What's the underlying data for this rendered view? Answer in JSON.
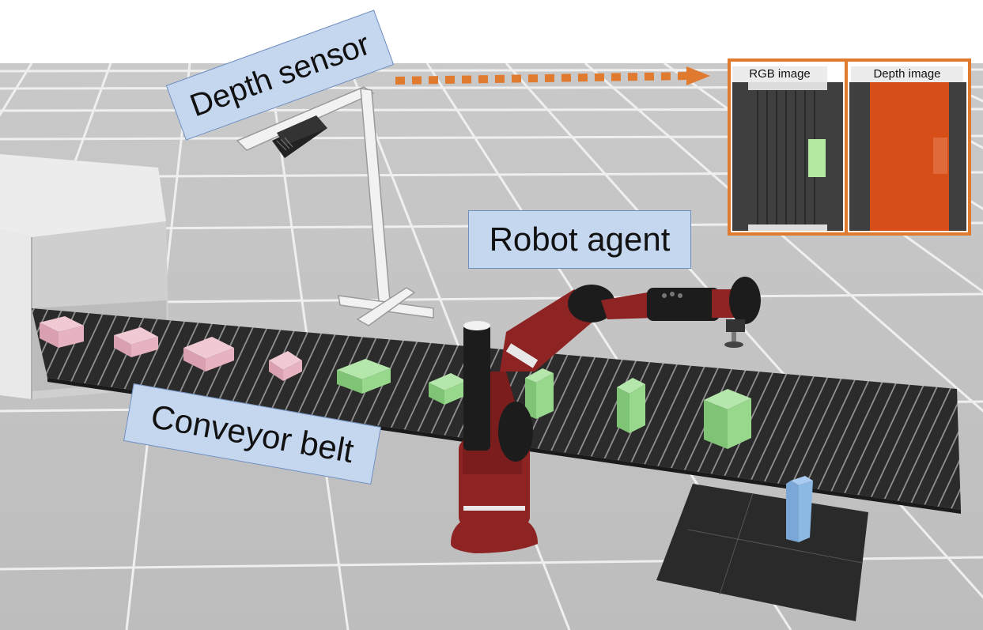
{
  "labels": {
    "depth_sensor": "Depth sensor",
    "robot_agent": "Robot agent",
    "conveyor_belt": "Conveyor belt"
  },
  "inset": {
    "rgb_caption": "RGB image",
    "depth_caption": "Depth image"
  },
  "colors": {
    "floor_light": "#d8d8d8",
    "floor_mid": "#c9c9c9",
    "grid_line": "#ffffff",
    "belt": "#2b2b2b",
    "belt_slat": "#9a9a9a",
    "robot_red": "#8e2323",
    "robot_black": "#1c1c1c",
    "box_pink": "#e7b3c1",
    "box_green": "#97d88c",
    "box_blue": "#8cb8e4",
    "callout_fill": "#c5d6ef",
    "inset_border": "#e07a2f",
    "depth_orange": "#d64e18",
    "arrow": "#e07a2f"
  },
  "icons": {
    "arrow": "dotted-arrow-right",
    "sensor": "depth-camera"
  }
}
